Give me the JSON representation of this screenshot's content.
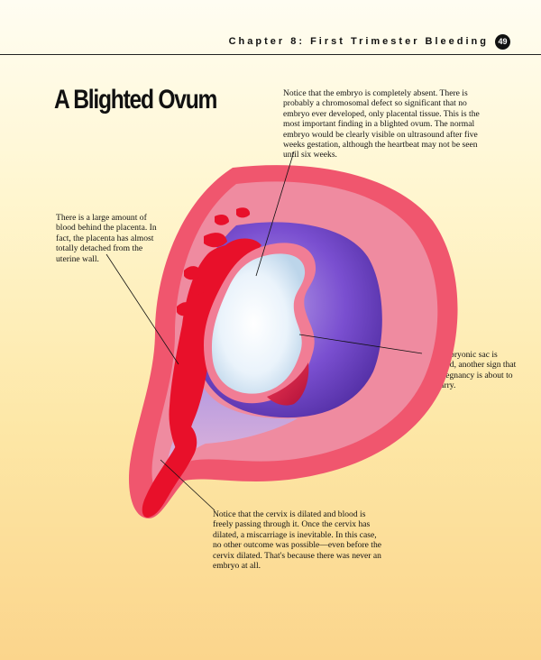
{
  "header": {
    "chapter_title": "Chapter 8: First Trimester Bleeding",
    "page_number": "49"
  },
  "page_title": "A Blighted Ovum",
  "annotations": {
    "top": "Notice that the embryo is completely absent. There is probably a chromosomal defect so significant that no embryo ever developed, only placental tissue. This is the most important finding in a blighted ovum. The normal embryo would be clearly visible on ultrasound after five weeks gestation, although the heartbeat may not be seen until six weeks.",
    "left": "There is a large amount of blood behind the placenta. In fact, the placenta has almost totally detached from the uterine wall.",
    "right": "The embryonic sac is distorted, another sign that this pregnancy is about to miscarry.",
    "bottom": "Notice that the cervix is dilated and blood is freely passing through it. Once the cervix has dilated, a miscarriage is inevitable. In this case, no other outcome was possible—even before the cervix dilated. That's because there was never an embryo at all."
  },
  "colors": {
    "uterine_wall": "#f0566e",
    "uterus_inner": "#ef8ba0",
    "cavity_purple": "#6a3cc4",
    "blood": "#e8102a",
    "sac_white": "#f2f8ff"
  }
}
